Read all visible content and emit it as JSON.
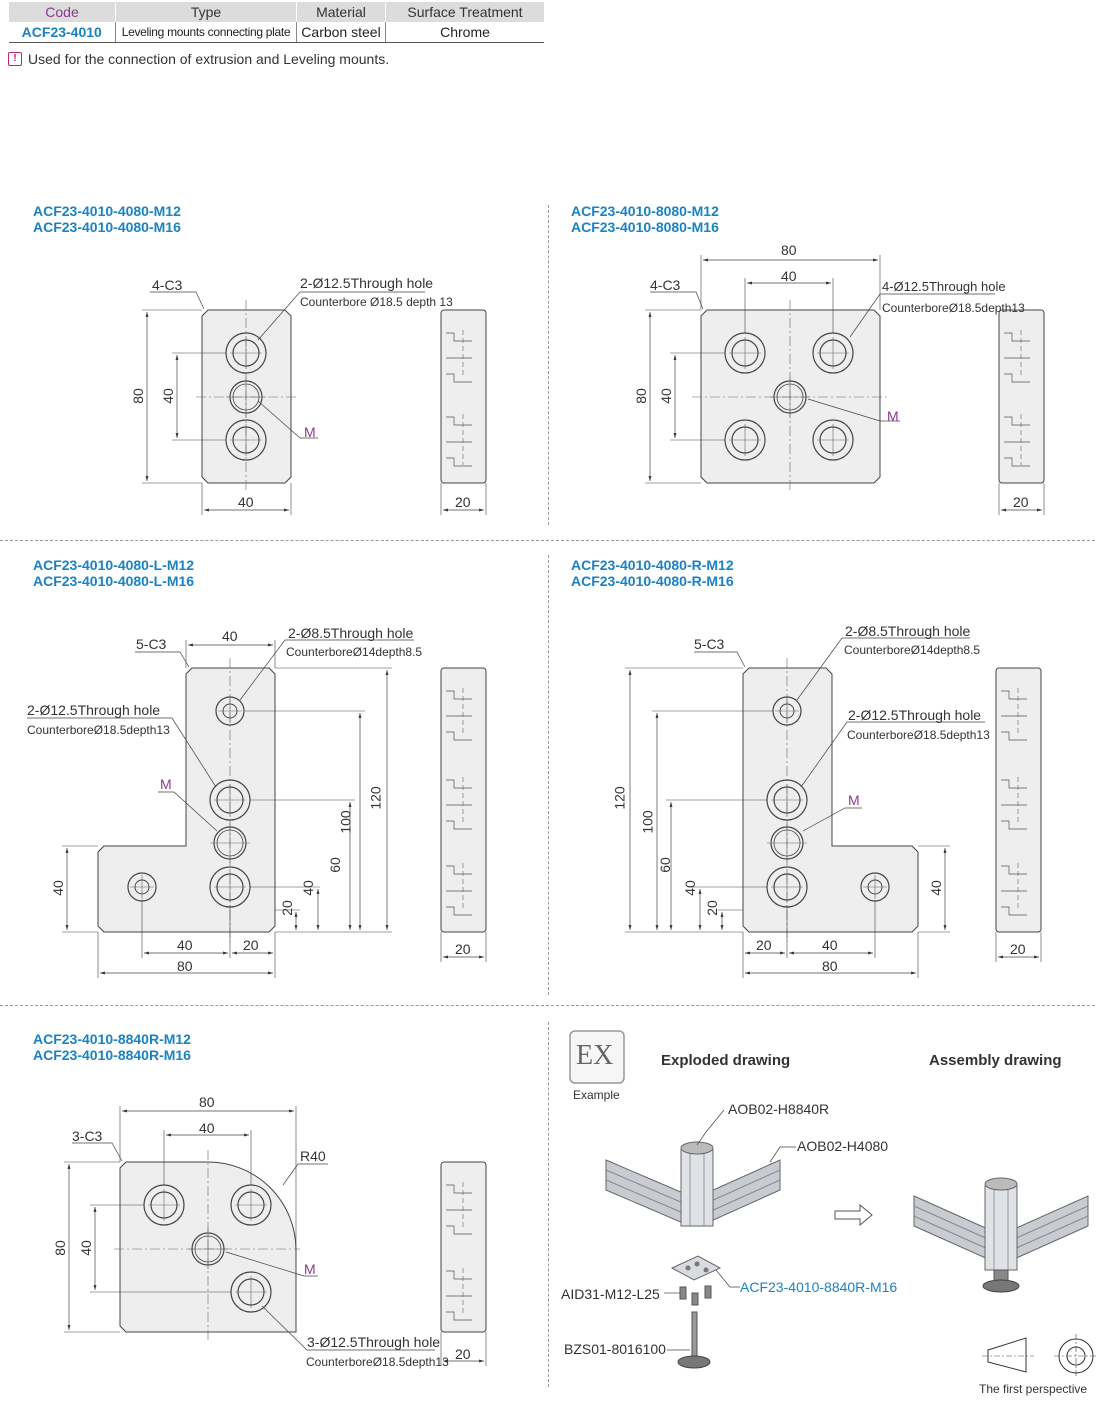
{
  "spec_table": {
    "headers": [
      "Code",
      "Type",
      "Material",
      "Surface Treatment"
    ],
    "row": [
      "ACF23-4010",
      "Leveling mounts connecting plate",
      "Carbon steel",
      "Chrome"
    ]
  },
  "note": "Used for the connection of extrusion and Leveling mounts.",
  "colors": {
    "brand_blue": "#1a82c4",
    "accent_purple": "#8a3a8a",
    "plate_fill": "#eeeeee"
  },
  "drawings": {
    "d1": {
      "title1": "ACF23-4010-4080-M12",
      "title2": "ACF23-4010-4080-M16",
      "chamfer": "4-C3",
      "hole": "2-Ø12.5Through hole",
      "cb": "Counterbore Ø18.5 depth 13",
      "m": "M",
      "h": "80",
      "hmid": "40",
      "w": "40",
      "side": "20"
    },
    "d2": {
      "title1": "ACF23-4010-8080-M12",
      "title2": "ACF23-4010-8080-M16",
      "chamfer": "4-C3",
      "hole": "4-Ø12.5Through hole",
      "cb": "CounterboreØ18.5depth13",
      "m": "M",
      "wtop": "80",
      "wmid": "40",
      "h": "80",
      "hmid": "40",
      "side": "20"
    },
    "d3": {
      "title1": "ACF23-4010-4080-L-M12",
      "title2": "ACF23-4010-4080-L-M16",
      "chamfer": "5-C3",
      "w_top": "40",
      "hole_small": "2-Ø8.5Through hole",
      "cb_small": "CounterboreØ14depth8.5",
      "hole_big": "2-Ø12.5Through hole",
      "cb_big": "CounterboreØ18.5depth13",
      "m": "M",
      "left_h": "40",
      "d20": "20",
      "d40": "40",
      "d60": "60",
      "d100": "100",
      "d120": "120",
      "b40": "40",
      "b20": "20",
      "b80": "80",
      "side": "20"
    },
    "d4": {
      "title1": "ACF23-4010-4080-R-M12",
      "title2": "ACF23-4010-4080-R-M16",
      "chamfer": "5-C3",
      "hole_small": "2-Ø8.5Through hole",
      "cb_small": "CounterboreØ14depth8.5",
      "hole_big": "2-Ø12.5Through hole",
      "cb_big": "CounterboreØ18.5depth13",
      "m": "M",
      "d120": "120",
      "d100": "100",
      "d60": "60",
      "d40": "40",
      "d20": "20",
      "right_h": "40",
      "b20": "20",
      "b40": "40",
      "b80": "80",
      "side": "20"
    },
    "d5": {
      "title1": "ACF23-4010-8840R-M12",
      "title2": "ACF23-4010-8840R-M16",
      "chamfer": "3-C3",
      "wtop": "80",
      "wmid": "40",
      "radius": "R40",
      "h": "80",
      "hmid": "40",
      "m": "M",
      "hole": "3-Ø12.5Through hole",
      "cb": "CounterboreØ18.5depth13",
      "side": "20"
    }
  },
  "example": {
    "badge": "EX",
    "badge_caption": "Example",
    "exploded": "Exploded drawing",
    "assembly": "Assembly drawing",
    "parts": [
      "AOB02-H8840R",
      "AOB02-H4080",
      "ACF23-4010-8840R-M16",
      "AID31-M12-L25",
      "BZS01-8016100"
    ],
    "perspective": "The first perspective"
  }
}
